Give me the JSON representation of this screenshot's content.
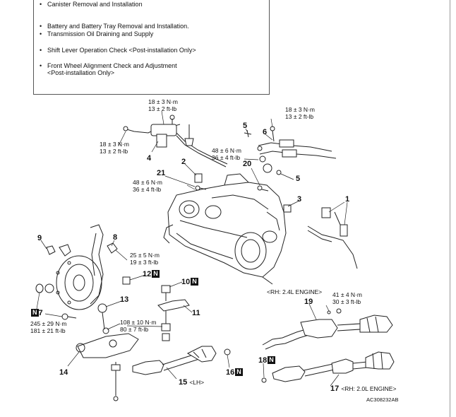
{
  "notes": [
    "Canister Removal and Installation",
    "Battery and Battery Tray Removal and Installation.",
    "Transmission Oil Draining and Supply",
    "Shift Lever Operation Check <Post-installation Only>",
    "Front Wheel Alignment Check and Adjustment",
    "<Post-installation Only>"
  ],
  "torques": {
    "t1": [
      "18 ± 3 N·m",
      "13 ± 2 ft-lb"
    ],
    "t2": [
      "18 ± 3 N·m",
      "13 ± 2 ft-lb"
    ],
    "t3": [
      "18 ± 3 N·m",
      "13 ± 2 ft-lb"
    ],
    "t4": [
      "48 ± 6 N·m",
      "36 ± 4 ft-lb"
    ],
    "t5": [
      "48 ± 6 N·m",
      "36 ± 4 ft-lb"
    ],
    "t6": [
      "25 ± 5 N·m",
      "19 ± 3 ft-lb"
    ],
    "t7": [
      "41 ± 4 N·m",
      "30 ± 3 ft-lb"
    ],
    "t8": [
      "245 ± 29 N·m",
      "181 ± 21 ft-lb"
    ],
    "t9": [
      "108 ± 10 N·m",
      "80 ± 7 ft-lb"
    ]
  },
  "parts": {
    "p1": "1",
    "p2": "2",
    "p3": "3",
    "p4": "4",
    "p5a": "5",
    "p5b": "5",
    "p6": "6",
    "p7": "7",
    "p8": "8",
    "p9": "9",
    "p10": "10",
    "p11": "11",
    "p12": "12",
    "p13": "13",
    "p14": "14",
    "p15": "15",
    "p15_note": "<LH>",
    "p16": "16",
    "p17": "17",
    "p17_note": "<RH: 2.0L ENGINE>",
    "p18": "18",
    "p19": "19",
    "p20": "20",
    "p21": "21"
  },
  "new_badge": "N",
  "rh24_label": "<RH: 2.4L ENGINE>",
  "figure_code": "AC308232AB"
}
